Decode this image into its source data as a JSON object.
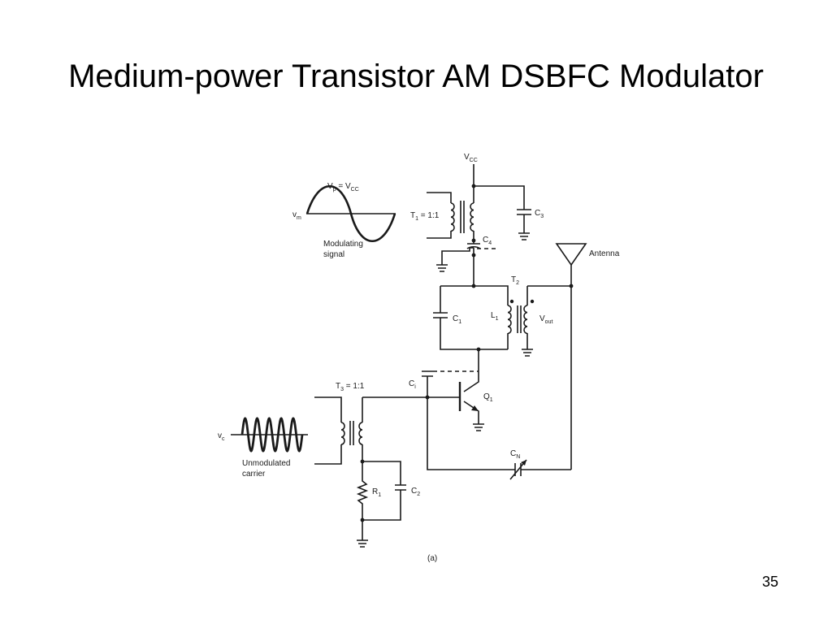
{
  "slide": {
    "title": "Medium-power Transistor AM DSBFC Modulator",
    "page_number": "35"
  },
  "diagram": {
    "supply": {
      "v": "V",
      "sub": "CC"
    },
    "vp_eq": {
      "v": "V",
      "p": "p",
      "eq": " = V",
      "cc": "CC"
    },
    "vm": {
      "v": "v",
      "sub": "m"
    },
    "modulating_line1": "Modulating",
    "modulating_line2": "signal",
    "t1": {
      "t": "T",
      "sub": "1",
      "ratio": " = 1:1"
    },
    "c3": {
      "c": "C",
      "sub": "3"
    },
    "c4": {
      "c": "C",
      "sub": "4"
    },
    "antenna": "Antenna",
    "t2": {
      "t": "T",
      "sub": "2"
    },
    "c1": {
      "c": "C",
      "sub": "1"
    },
    "l1": {
      "l": "L",
      "sub": "1"
    },
    "vout": {
      "v": "V",
      "sub": "out"
    },
    "ci": {
      "c": "C",
      "sub": "i"
    },
    "t3": {
      "t": "T",
      "sub": "3",
      "ratio": " = 1:1"
    },
    "q1": {
      "q": "Q",
      "sub": "1"
    },
    "vc": {
      "v": "v",
      "sub": "c"
    },
    "carrier_line1": "Unmodulated",
    "carrier_line2": "carrier",
    "cn": {
      "c": "C",
      "sub": "N"
    },
    "r1": {
      "r": "R",
      "sub": "1"
    },
    "c2": {
      "c": "C",
      "sub": "2"
    },
    "caption": "(a)"
  }
}
